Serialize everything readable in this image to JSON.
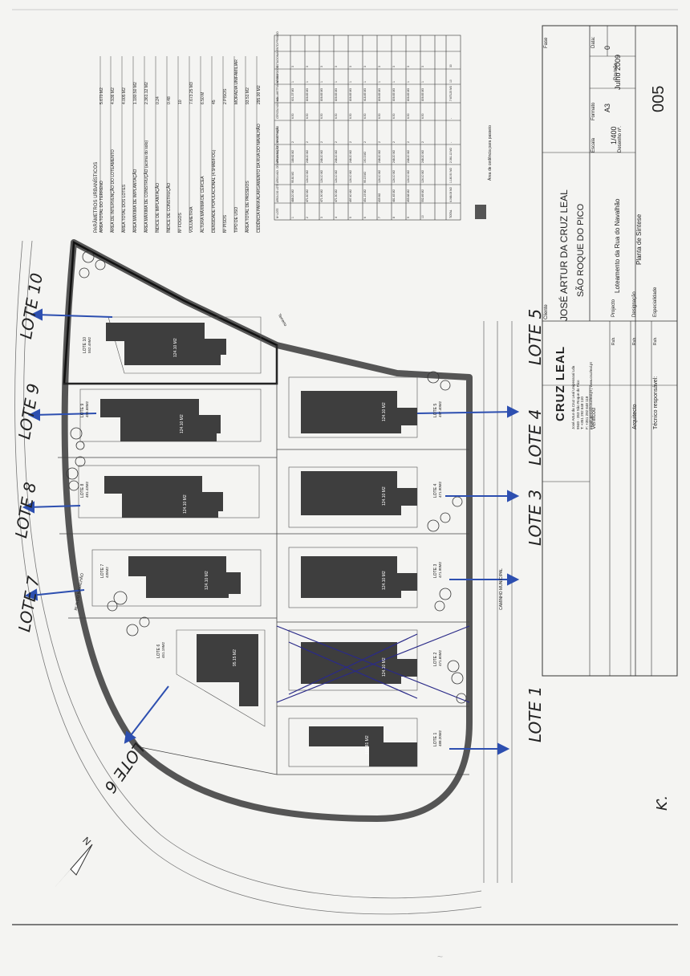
{
  "title_block": {
    "client_label": "Cliente",
    "client": "JOSÉ ARTUR DA CRUZ LEAL",
    "location": "SÃO ROQUE DO PICO",
    "project_label": "Projecto",
    "project": "Loteamento da Rua do Navalhão",
    "designation_label": "Designação",
    "designation": "Planta de Síntese",
    "specialty_label": "Especialidade",
    "phase_label": "Fase",
    "date_label": "Data:",
    "date": "Julho 2009",
    "format_label": "Formato",
    "format": "A3",
    "revision_label": "Revisão",
    "revision": "0",
    "scale_label": "Escala",
    "scale": "1/400",
    "drawing_no_label": "Desenho nº.",
    "drawing_no": "005",
    "verified_label": "Verificou",
    "architect_label": "Arquitecto",
    "technician_label": "Técnico responsável:",
    "rubric_label": "Rub.",
    "company_logo": "CRUZ LEAL",
    "company_lines": [
      "José Artur da Cruz Leal Unipessoal Lda",
      "9940 - 353 São Roque do Pico",
      "T: +351 292 648 110",
      "F: +351 292 648 118",
      "Email: geral@cruzleal.pt  |  www.cruzleal.pt"
    ]
  },
  "parameters": {
    "heading": "PARÂMETROS URBANÍSTICOS",
    "rows": [
      {
        "label": "ÁREA TOTAL DO TERRENO",
        "value": "5.670 M2"
      },
      {
        "label": "ÁREA DE INTERVENÇÃO DO LOTEAMENTO",
        "value": "4.936 M2"
      },
      {
        "label": "ÁREA TOTAL DOS LOTES",
        "value": "4.005 M2"
      },
      {
        "label": "ÁREA MÁXIMA DE IMPLANTAÇÃO",
        "value": "1.180.50 M2"
      },
      {
        "label": "ÁREA MÁXIMA DE CONSTRUÇÃO (acima do solo)",
        "value": "2.361.12 M2"
      },
      {
        "label": "ÍNDICE DE IMPLANTAÇÃO",
        "value": "0.24"
      },
      {
        "label": "ÍNDICE DE CONSTRUÇÃO",
        "value": "0.48"
      },
      {
        "label": "Nº FOGOS",
        "value": "10"
      },
      {
        "label": "VOLUMETRIA",
        "value": "7.673.25 M3"
      },
      {
        "label": "ALTURA MÁXIMA DE CÉRCEA",
        "value": "6.50 M"
      },
      {
        "label": "DENSIDADE POPULACIONAL (4.5HAB/FOG)",
        "value": "45"
      },
      {
        "label": "Nº PISOS",
        "value": "2 PISOS"
      },
      {
        "label": "TIPO DE USO",
        "value": "MORADIA UNIFAMILIAR"
      },
      {
        "label": "ÁREA TOTAL DE PASSEIOS",
        "value": "93.51 M2"
      },
      {
        "label": "CEDÊNCIA PARA ALARGAMENTO DA RUA DO NAVALHÃO",
        "value": "295.00 M2"
      }
    ]
  },
  "lots_table": {
    "headers": [
      "Nº LOTE",
      "ÁREA DO LOTE",
      "ÁREA MÁX. DE IMPLANTAÇÃO",
      "ÁREA MÁX. DE CONSTRUÇÃO",
      "Nº DE PISOS",
      "CÉRCEA MÁXIMA",
      "VOLUMETRIA MÁXIMA",
      "Nº DE FOGOS",
      "ESTACIONAMENTO PRIVADO"
    ],
    "rows": [
      [
        "1",
        "488.20 M2",
        "95.81 M2",
        "188.62 M2",
        "2",
        "6.50",
        "601.37 M3",
        "1",
        "3"
      ],
      [
        "2",
        "471.60 M2",
        "124.10 M2",
        "248.20 M2",
        "2",
        "6.50",
        "806.65 M3",
        "1",
        "3"
      ],
      [
        "3",
        "471.90 M2",
        "124.10 M2",
        "248.20 M2",
        "2",
        "6.50",
        "806.65 M3",
        "1",
        "3"
      ],
      [
        "4",
        "471.90 M2",
        "124.10 M2",
        "248.20 M2",
        "2",
        "6.50",
        "806.65 M3",
        "1",
        "3"
      ],
      [
        "5",
        "497.40 M2",
        "124.10 M2",
        "248.20 M2",
        "2",
        "6.50",
        "806.65 M3",
        "1",
        "3"
      ],
      [
        "6",
        "451.19 M2",
        "95.15 M2",
        "190.3 M2",
        "2",
        "6.50",
        "618.45 M3",
        "1",
        "3"
      ],
      [
        "7",
        "435 M2",
        "124.10 M2",
        "248.20 M2",
        "2",
        "6.50",
        "806.65 M3",
        "1",
        "3"
      ],
      [
        "8",
        "481.43 M2",
        "124.10 M2",
        "248.20 M2",
        "2",
        "6.50",
        "806.65 M3",
        "1",
        "3"
      ],
      [
        "9",
        "455.68 M2",
        "124.10 M2",
        "248.20 M2",
        "2",
        "6.50",
        "806.65 M3",
        "1",
        "3"
      ],
      [
        "10",
        "552.49 M2",
        "124.10 M2",
        "248.20 M2",
        "2",
        "6.50",
        "806.65 M3",
        "1",
        "3"
      ]
    ],
    "total_row": [
      "TOTAL",
      "4.068.08 M2",
      "1.180.50 M2",
      "2.361.12 M2",
      "-",
      "-",
      "7.673.25 M3",
      "10",
      "30"
    ],
    "legend": "Área de cedência para passeio"
  },
  "plan": {
    "north_label": "N",
    "lot_labels": [
      {
        "id": "1",
        "text": "LOTE 1",
        "area": "488.20M2",
        "building": "105.81 M2"
      },
      {
        "id": "2",
        "text": "LOTE 2",
        "area": "471.60M2",
        "building": "124.10 M2"
      },
      {
        "id": "3",
        "text": "LOTE 3",
        "area": "471.90M2",
        "building": "124.10 M2"
      },
      {
        "id": "4",
        "text": "LOTE 4",
        "area": "471.90M2",
        "building": "124.10 M2"
      },
      {
        "id": "5",
        "text": "LOTE 5",
        "area": "497.40M2",
        "building": "124.10 M2"
      },
      {
        "id": "6",
        "text": "LOTE 6",
        "area": "451.19M2",
        "building": "95.15 M2"
      },
      {
        "id": "7",
        "text": "LOTE 7",
        "area": "435M2",
        "building": "124.10 M2"
      },
      {
        "id": "8",
        "text": "LOTE 8",
        "area": "481.43M2",
        "building": "124.10 M2"
      },
      {
        "id": "9",
        "text": "LOTE 9",
        "area": "455.68M2",
        "building": "124.10 M2"
      },
      {
        "id": "10",
        "text": "LOTE 10",
        "area": "552.49M2",
        "building": "124.10 M2"
      }
    ],
    "road_label": "CAMINHO MUNICIPAL",
    "street_label": "RUA DO NAVALHÃO",
    "terrain_label": "Terreno"
  }
}
